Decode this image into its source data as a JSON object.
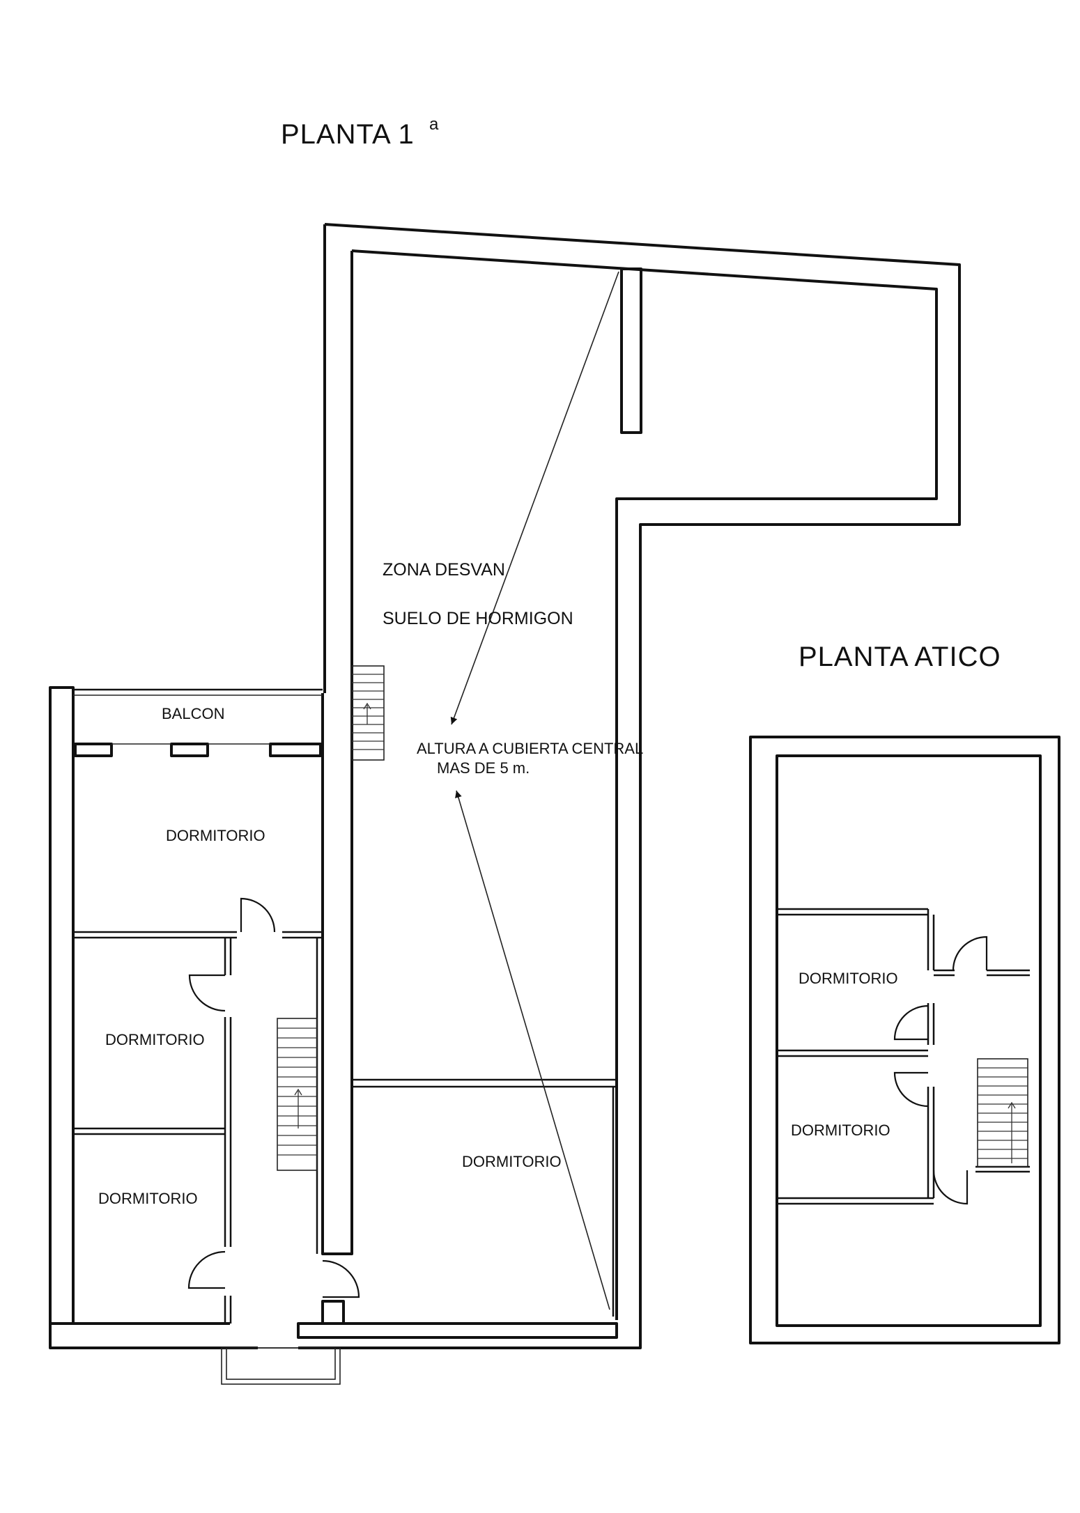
{
  "titles": {
    "planta1": "PLANTA  1",
    "planta1_sup": "a",
    "atico": "PLANTA  ATICO"
  },
  "labels": {
    "balcon": "BALCON",
    "dormitorio": "DORMITORIO",
    "zona_desvan": "ZONA  DESVAN",
    "suelo": "SUELO DE HORMIGON",
    "altura_line1": "ALTURA A CUBIERTA CENTRAL",
    "altura_line2": "MAS DE   5 m."
  },
  "colors": {
    "ink": "#111111",
    "paper": "#ffffff"
  }
}
